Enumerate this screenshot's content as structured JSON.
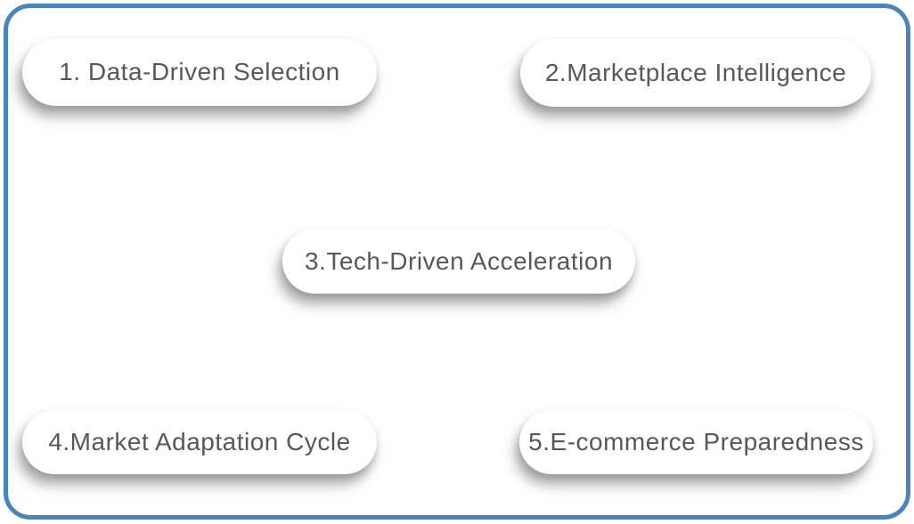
{
  "diagram": {
    "type": "labeled-concept-boxes",
    "frame_border_color": "#4a84be",
    "background_color": "#ffffff",
    "pill_background_color": "#ffffff",
    "text_color": "#585858",
    "items": [
      {
        "label": "1. Data-Driven Selection",
        "position": "top-left"
      },
      {
        "label": "2.Marketplace Intelligence",
        "position": "top-right"
      },
      {
        "label": "3.Tech-Driven Acceleration",
        "position": "center"
      },
      {
        "label": "4.Market Adaptation Cycle",
        "position": "bottom-left"
      },
      {
        "label": "5.E-commerce Preparedness",
        "position": "bottom-right"
      }
    ]
  }
}
